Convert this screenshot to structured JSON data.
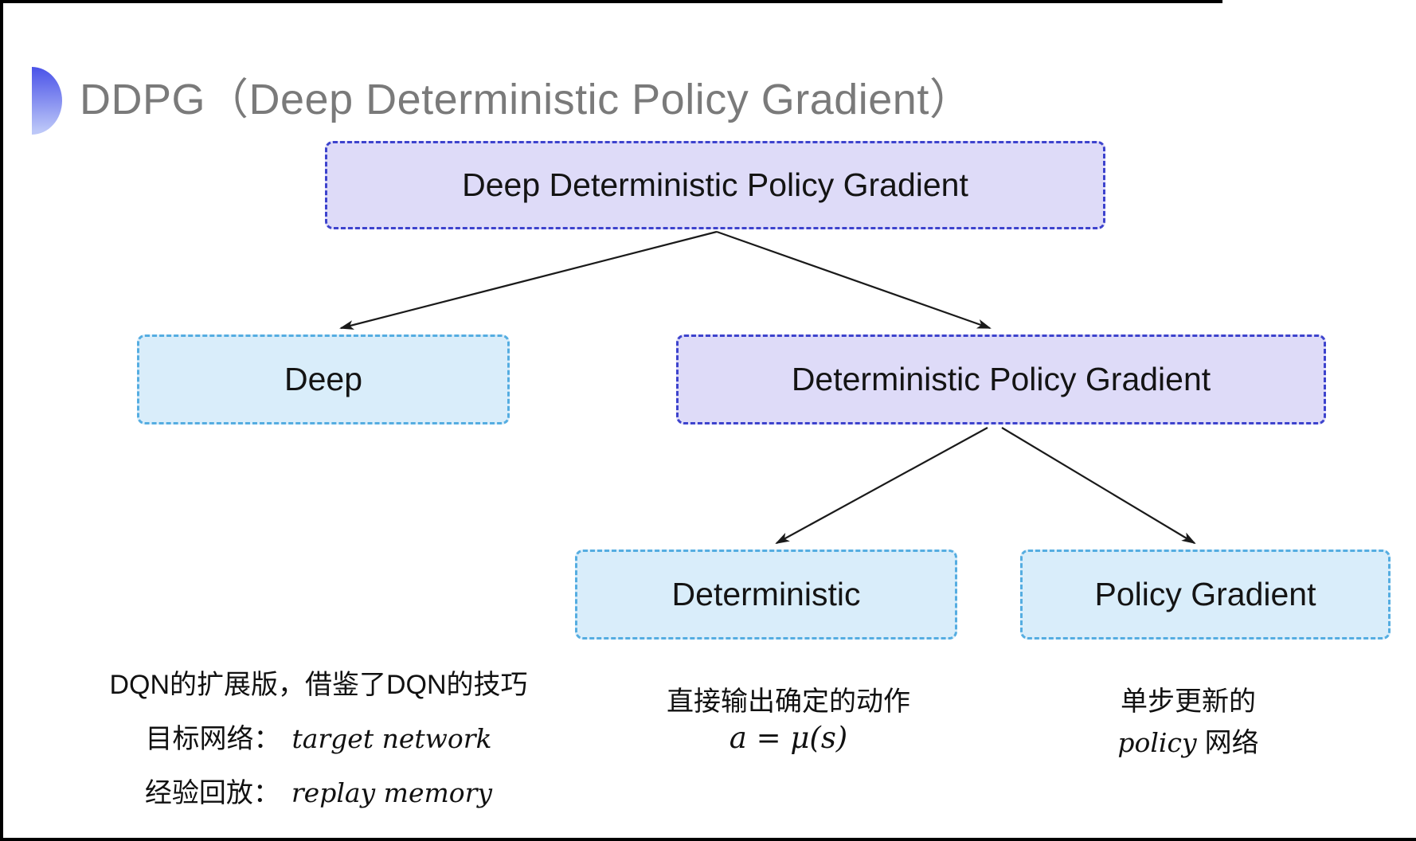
{
  "page": {
    "title": "DDPG（Deep Deterministic Policy Gradient）"
  },
  "diagram": {
    "colors": {
      "purple_fill": "#dedbf8",
      "purple_border": "#3d43cd",
      "blue_fill": "#d9edfa",
      "blue_border": "#55ade1",
      "arrow": "#1a1a1a",
      "title": "#7a7a7a",
      "icon_top": "#4a52e8",
      "icon_bottom": "#bcc7f8"
    },
    "nodes": [
      {
        "label": "Deep Deterministic Policy Gradient"
      },
      {
        "label": "Deep"
      },
      {
        "label": "Deterministic Policy Gradient"
      },
      {
        "label": "Deterministic"
      },
      {
        "label": "Policy Gradient"
      }
    ]
  },
  "notes": {
    "deep": {
      "line1": "DQN的扩展版，借鉴了DQN的技巧",
      "target_label": "目标网络：",
      "target_term": "target network",
      "replay_label": "经验回放：",
      "replay_term": "replay memory"
    },
    "deterministic": {
      "line1": "直接输出确定的动作",
      "formula": "a = μ(s)"
    },
    "policy_gradient": {
      "line1": "单步更新的",
      "term": "policy",
      "suffix": "网络"
    }
  }
}
